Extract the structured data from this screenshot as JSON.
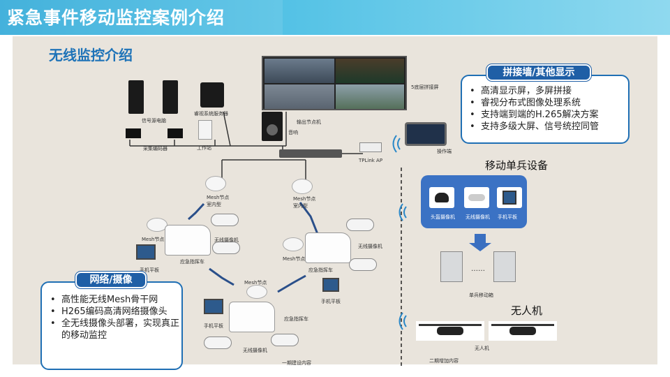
{
  "page": {
    "title": "紧急事件移动监控案例介绍",
    "subtitle": "无线监控介绍"
  },
  "display_box": {
    "badge": "拼接墙/其他显示",
    "items": [
      "高清显示屏，多屏拼接",
      "睿视分布式图像处理系统",
      "支持端到端的H.265解决方案",
      "支持多级大屏、信号统控同管"
    ]
  },
  "network_box": {
    "badge": "网络/摄像",
    "items": [
      "高性能无线Mesh骨干网",
      "H265编码高清网络摄像头",
      "全无线摄像头部署，实现真正的移动监控"
    ]
  },
  "mobile": {
    "heading": "移动单兵设备",
    "devices": [
      "头盔摄像机",
      "无线摄像机",
      "手机平板"
    ],
    "station": "单兵移动箱",
    "dots": "……"
  },
  "drone": {
    "heading": "无人机",
    "label": "无人机",
    "phase2": "二期增加内容"
  },
  "center": {
    "signal_pc": "信号源电脑",
    "encoder": "采集编码器",
    "server": "睿视系统服务器",
    "workstation": "工作站",
    "output_node": "输出节点机",
    "speaker": "音响",
    "video_wall": "5底层拼接屏",
    "ap": "TPLink AP",
    "operator": "操作端"
  },
  "field": {
    "mesh_indoor_1": "Mesh节点\n室内型",
    "mesh_indoor_2": "Mesh节点\n室内型",
    "mesh_1": "Mesh节点",
    "mesh_2": "Mesh节点",
    "mesh_3": "Mesh节点",
    "camera": "无线摄像机",
    "cmd_vehicle": "应急指挥车",
    "tablet": "手机平板",
    "phase1": "一期建设内容"
  }
}
